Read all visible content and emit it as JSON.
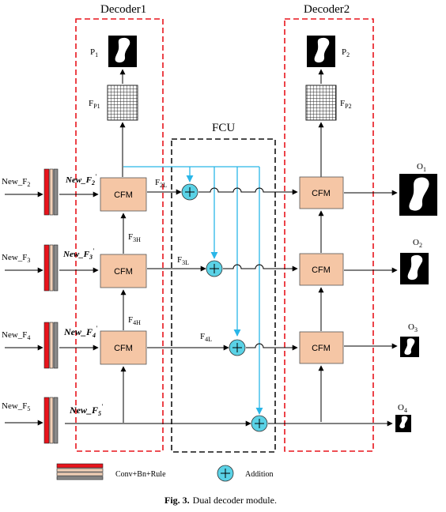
{
  "decoders": {
    "decoder1": "Decoder1",
    "decoder2": "Decoder2",
    "fcu": "FCU"
  },
  "cfm_label": "CFM",
  "inputs": [
    {
      "main": "New_F",
      "sub": "2"
    },
    {
      "main": "New_F",
      "sub": "3"
    },
    {
      "main": "New_F",
      "sub": "4"
    },
    {
      "main": "New_F",
      "sub": "5"
    }
  ],
  "inner_inputs": [
    {
      "main": "New_F",
      "sub": "2",
      "sup": "'"
    },
    {
      "main": "New_F",
      "sub": "3",
      "sup": "'"
    },
    {
      "main": "New_F",
      "sub": "4",
      "sup": "'"
    },
    {
      "main": "New_F",
      "sub": "5",
      "sup": "'"
    }
  ],
  "feature_labels": {
    "p1": {
      "main": "P",
      "sub": "1"
    },
    "p2": {
      "main": "P",
      "sub": "2"
    },
    "fp1": {
      "main": "F",
      "sub": "P1"
    },
    "fp2": {
      "main": "F",
      "sub": "P2"
    },
    "f2l": {
      "main": "F",
      "sub": "2L"
    },
    "f3h": {
      "main": "F",
      "sub": "3H"
    },
    "f3l": {
      "main": "F",
      "sub": "3L"
    },
    "f4h": {
      "main": "F",
      "sub": "4H"
    },
    "f4l": {
      "main": "F",
      "sub": "4L"
    }
  },
  "outputs": [
    {
      "main": "O",
      "sub": "1"
    },
    {
      "main": "O",
      "sub": "2"
    },
    {
      "main": "O",
      "sub": "3"
    },
    {
      "main": "O",
      "sub": "4"
    }
  ],
  "legend": {
    "conv": "Conv+Bn+Rule",
    "addition": "Addition"
  },
  "caption": {
    "fig": "Fig. 3.",
    "text": "Dual decoder module."
  },
  "colors": {
    "red_dash": "#e8141c",
    "cfm_fill": "#f5c6a5",
    "cyan": "#29b6e8",
    "adder_fill": "#5ad2e6"
  }
}
